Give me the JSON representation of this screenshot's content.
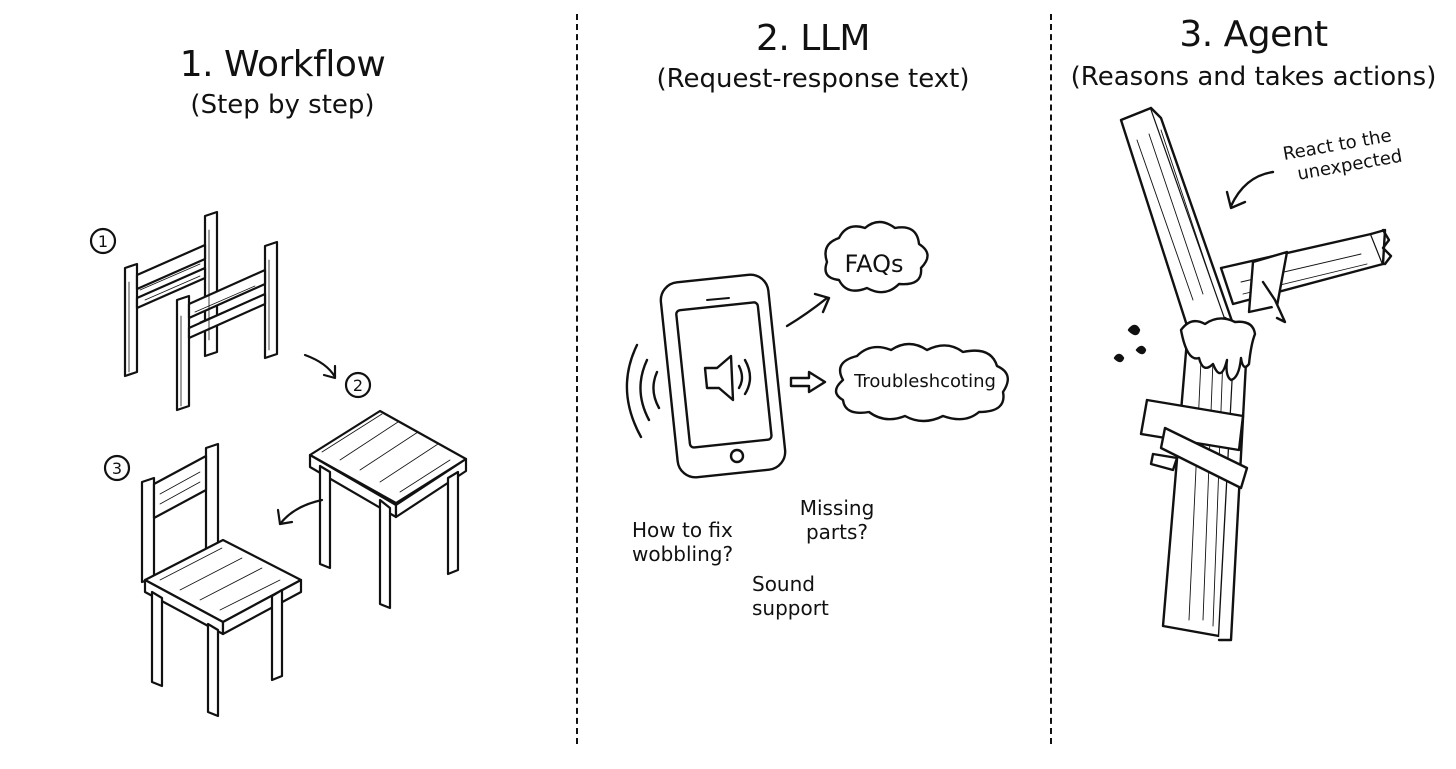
{
  "panels": [
    {
      "title": "1. Workflow",
      "subtitle": "(Step by step)",
      "steps": [
        "1",
        "2",
        "3"
      ]
    },
    {
      "title": "2. LLM",
      "subtitle": "(Request-response text)",
      "bubbles": [
        "FAQs",
        "Troubleshcoting"
      ],
      "notes": [
        "How to fix wobbling?",
        "Missing parts?",
        "Sound support"
      ]
    },
    {
      "title": "3. Agent",
      "subtitle": "(Reasons and takes actions)",
      "annotation": "React to the unexpected"
    }
  ],
  "icons": [
    "chair-frame-drawing",
    "stool-drawing",
    "chair-drawing",
    "phone-icon",
    "speaker-icon",
    "sound-waves-icon",
    "broken-wood-beam-drawing",
    "tape-icon",
    "arrow-icon"
  ]
}
